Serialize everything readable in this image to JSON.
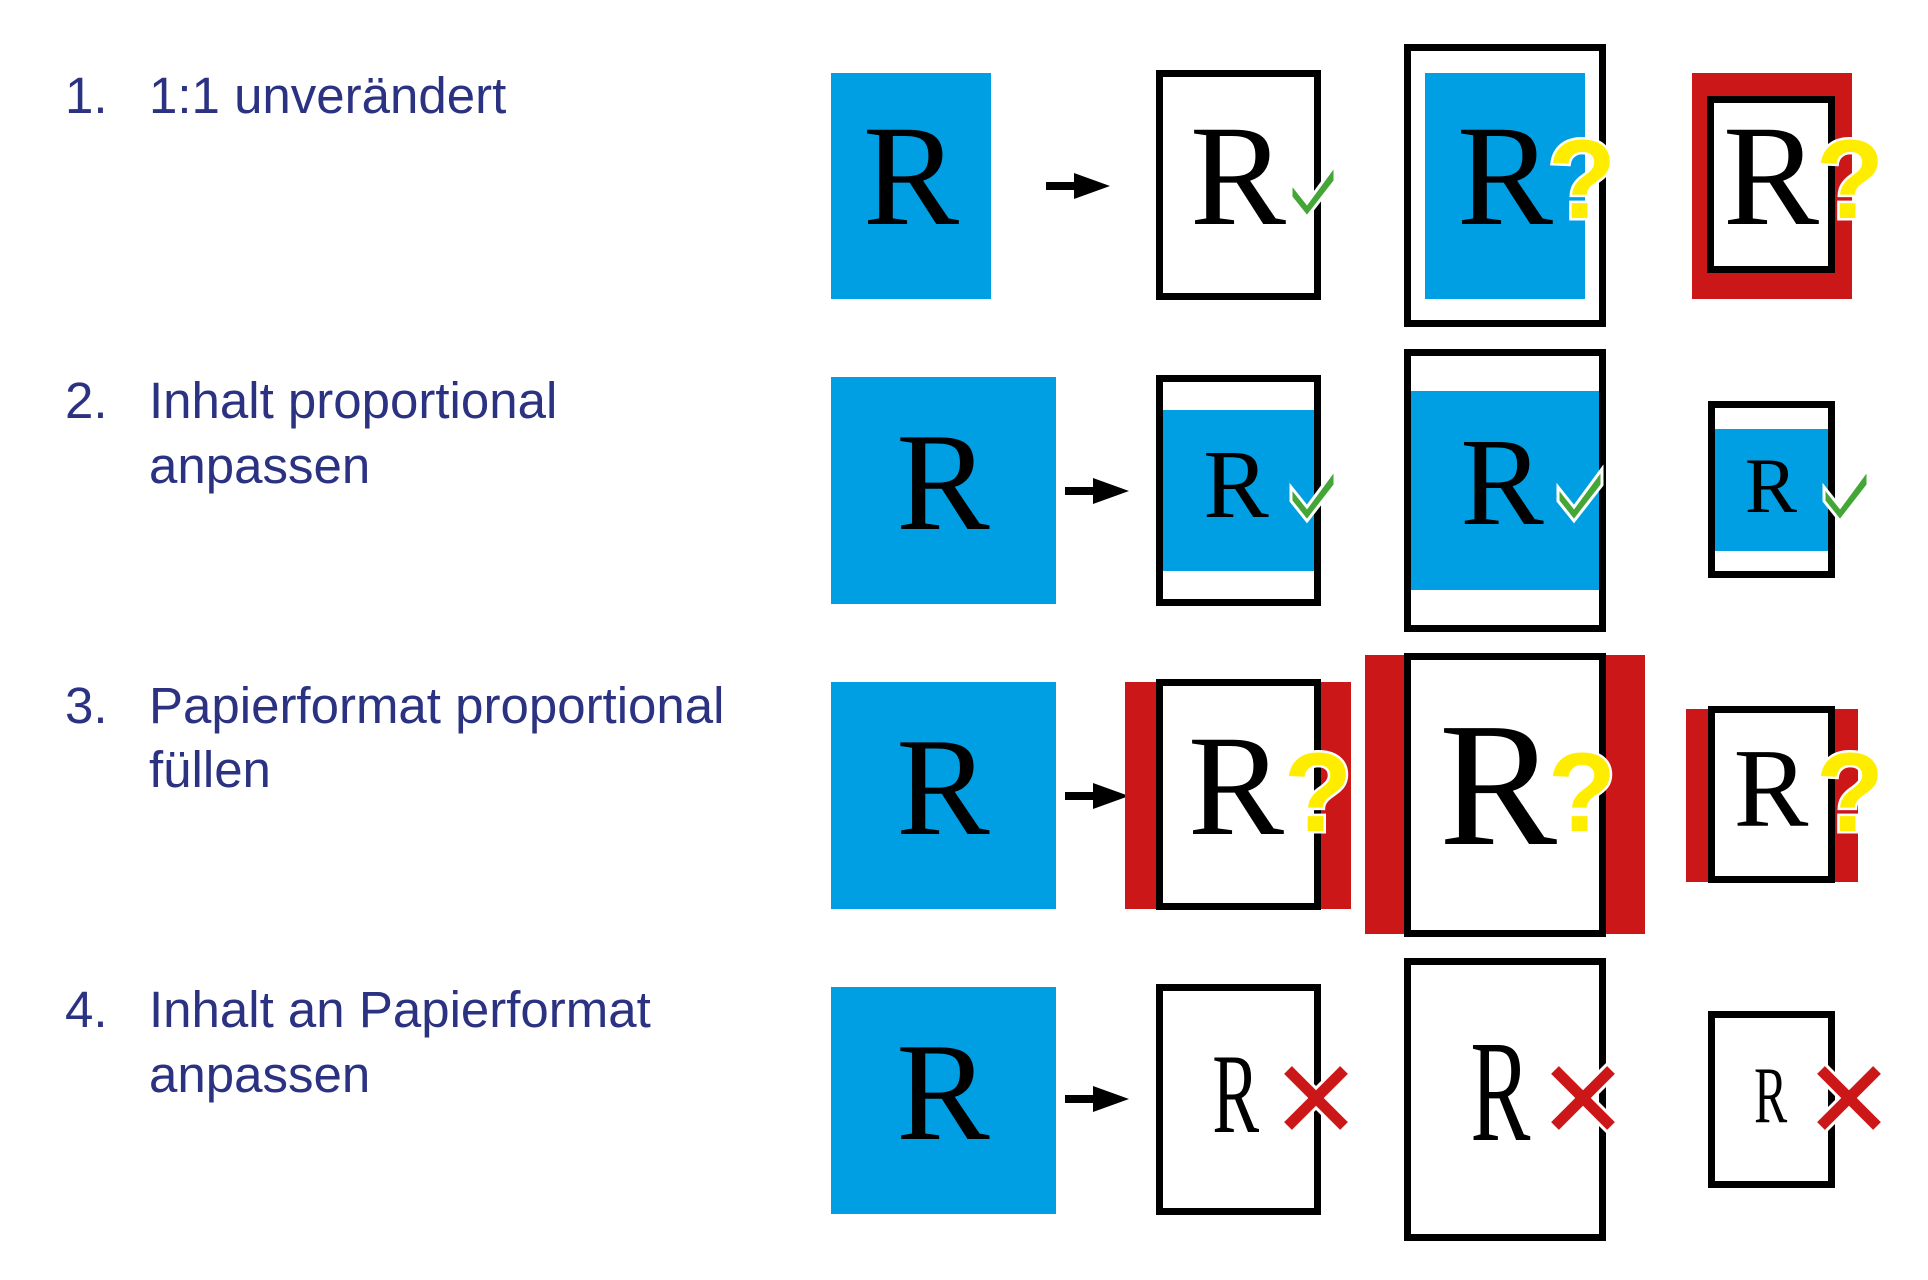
{
  "colors": {
    "text": "#2b3282",
    "content_blue": "#009fe3",
    "overflow_red": "#cc1719",
    "check_green": "#44a637",
    "question_yellow": "#ffed00",
    "cross_red": "#cc1719",
    "frame": "#000000"
  },
  "letter": "R",
  "question_glyph": "?",
  "rows": [
    {
      "number": "1.",
      "label_lines": [
        "1:1 unverändert"
      ],
      "marks": [
        "check",
        "question",
        "question"
      ]
    },
    {
      "number": "2.",
      "label_lines": [
        "Inhalt proportional",
        "anpassen"
      ],
      "marks": [
        "check",
        "check",
        "check"
      ]
    },
    {
      "number": "3.",
      "label_lines": [
        "Papierformat proportional",
        "füllen"
      ],
      "marks": [
        "question",
        "question",
        "question"
      ]
    },
    {
      "number": "4.",
      "label_lines": [
        "Inhalt an Papierformat",
        "anpassen"
      ],
      "marks": [
        "cross",
        "cross",
        "cross"
      ]
    }
  ],
  "icons": {
    "arrow": "arrow-right-icon",
    "check": "checkmark-icon",
    "question": "question-mark-icon",
    "cross": "cross-icon"
  }
}
